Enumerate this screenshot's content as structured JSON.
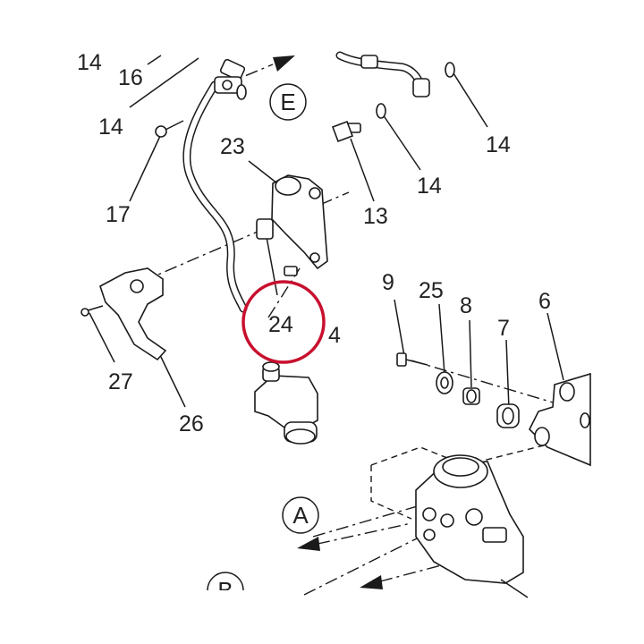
{
  "colors": {
    "line": "#1a1a1a",
    "highlight": "#c8102e",
    "background": "#ffffff"
  },
  "labels": {
    "l14a": "14",
    "l16": "16",
    "l14b": "14",
    "l17": "17",
    "l23": "23",
    "l13": "13",
    "l14c": "14",
    "l14d": "14",
    "l24": "24",
    "l4": "4",
    "l27": "27",
    "l26": "26",
    "l9": "9",
    "l25": "25",
    "l8": "8",
    "l7": "7",
    "l6": "6"
  },
  "callouts": {
    "E": "E",
    "A": "A",
    "B": "B"
  },
  "highlight_label": "24"
}
